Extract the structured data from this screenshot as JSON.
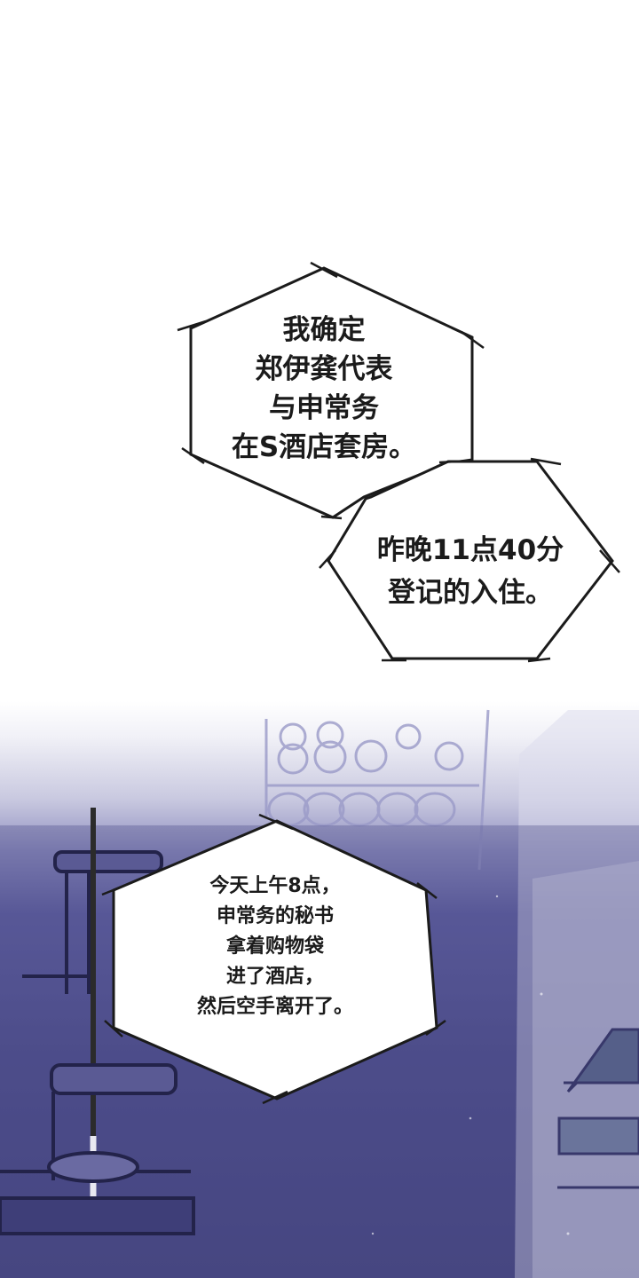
{
  "colors": {
    "background": "#ffffff",
    "ink": "#1b1b1b",
    "scene_dark": "#44447e",
    "scene_mid": "#6e6eaa"
  },
  "bubble_1": {
    "lines": [
      "我确定",
      "郑伊龚代表",
      "与申常务",
      "在S酒店套房。"
    ]
  },
  "bubble_2": {
    "lines": [
      "昨晚11点40分",
      "登记的入住。"
    ]
  },
  "bubble_3": {
    "lines": [
      "今天上午8点，",
      "申常务的秘书",
      "拿着购物袋",
      "进了酒店，",
      "然后空手离开了。"
    ]
  }
}
